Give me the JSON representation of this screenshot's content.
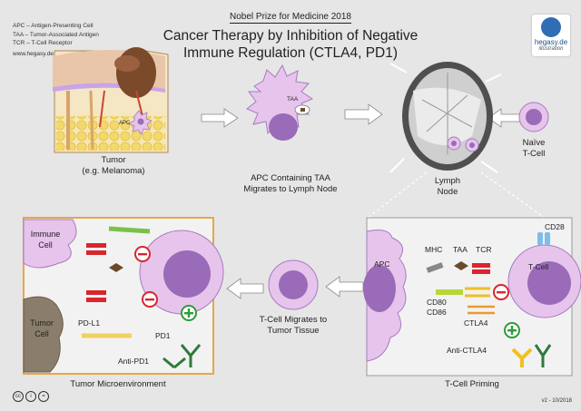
{
  "header": {
    "subtitle": "Nobel Prize for Medicine 2018",
    "title_line1": "Cancer Therapy by Inhibition of Negative",
    "title_line2": "Immune Regulation (CTLA4, PD1)"
  },
  "legend": [
    "APC  –  Antigen-Presenting Cell",
    "TAA  –  Tumor-Associated Antigen",
    "TCR  –  T-Cell Receptor"
  ],
  "website": "www.hegasy.de",
  "brand": {
    "name": "hegasy.de",
    "sub": "illustration"
  },
  "steps": {
    "tumor": {
      "line1": "Tumor",
      "line2": "(e.g. Melanoma)",
      "apc": "APC"
    },
    "apc_migrates": {
      "line1": "APC Containing TAA",
      "line2": "Migrates to Lymph Node",
      "taa": "TAA"
    },
    "lymph_node": {
      "line1": "Lymph",
      "line2": "Node"
    },
    "naive": {
      "line1": "Naïve",
      "line2": "T-Cell"
    },
    "priming": {
      "caption": "T-Cell Priming",
      "apc": "APC",
      "mhc": "MHC",
      "taa": "TAA",
      "tcr": "TCR",
      "tcell": "T-Cell",
      "cd28": "CD28",
      "cd80": "CD80",
      "cd86": "CD86",
      "ctla4": "CTLA4",
      "anti_ctla4": "Anti-CTLA4"
    },
    "tcell_migrates": {
      "line1": "T-Cell Migrates to",
      "line2": "Tumor Tissue"
    },
    "micro": {
      "caption": "Tumor Microenvironment",
      "immune1": "Immune",
      "immune2": "Cell",
      "tumor1": "Tumor",
      "tumor2": "Cell",
      "pdl1": "PD-L1",
      "pd1": "PD1",
      "anti_pd1": "Anti-PD1"
    }
  },
  "version": "v2 - 10/2018",
  "colors": {
    "background": "#e6e6e6",
    "cell_pink": "#e7c4ec",
    "nucleus": "#9a6bb8",
    "frame_orange": "#e8a64a",
    "frame_gray": "#999999",
    "inhibit_red": "#d9262b",
    "activate_green": "#2f9b3a"
  }
}
